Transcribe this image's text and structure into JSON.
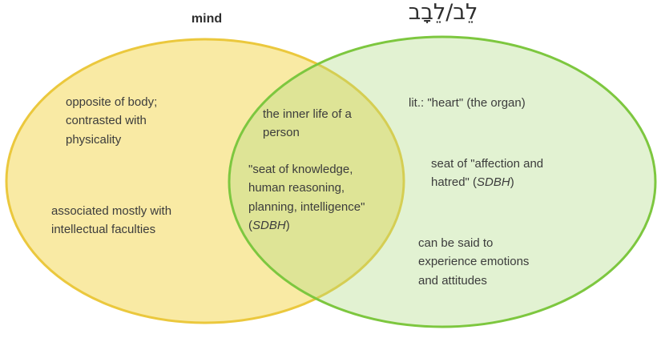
{
  "titles": {
    "left": "mind",
    "right": "לֵב/לֵבָב"
  },
  "colors": {
    "left_stroke": "#ebc83d",
    "left_fill": "rgba(243, 214, 74, 0.5)",
    "right_stroke": "#7dc73f",
    "right_fill": "rgba(173, 219, 126, 0.35)"
  },
  "left_region": {
    "line1": "opposite of body; contrasted with physicality",
    "line2": "associated mostly with intellectual faculties"
  },
  "overlap_region": {
    "line1": "the inner life of a person",
    "line2_pre": "\"seat of knowledge, human reasoning, planning, intelligence\" (",
    "line2_italic": "SDBH",
    "line2_post": ")"
  },
  "right_region": {
    "line1": "lit.: \"heart\" (the organ)",
    "line2_pre": "seat of \"affection and hatred\" (",
    "line2_italic": "SDBH",
    "line2_post": ")",
    "line3": "can be said to experience emotions and attitudes"
  }
}
